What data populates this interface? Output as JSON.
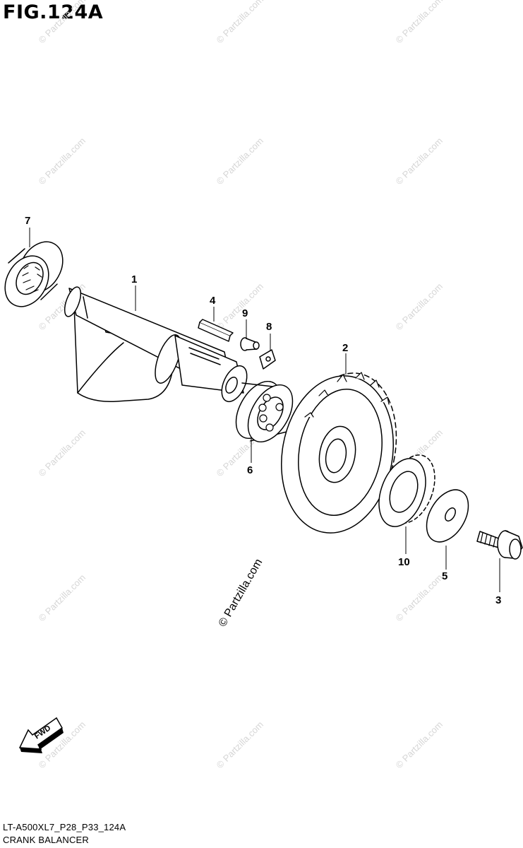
{
  "figure": {
    "title": "FIG.124A",
    "code": "LT-A500XL7_P28_P33_124A",
    "name": "CRANK BALANCER"
  },
  "watermark": {
    "text": "© Partzilla.com",
    "main_text": "© Partzilla.com"
  },
  "direction_arrow": {
    "label": "FWD"
  },
  "callouts": [
    "1",
    "2",
    "3",
    "4",
    "5",
    "6",
    "7",
    "8",
    "9",
    "10"
  ],
  "parts": [
    {
      "number": "1",
      "icon": "balancer-shaft-icon"
    },
    {
      "number": "2",
      "icon": "driven-gear-icon"
    },
    {
      "number": "3",
      "icon": "bolt-icon"
    },
    {
      "number": "4",
      "icon": "key-icon"
    },
    {
      "number": "5",
      "icon": "washer-icon"
    },
    {
      "number": "6",
      "icon": "ball-bearing-icon"
    },
    {
      "number": "7",
      "icon": "needle-bearing-icon"
    },
    {
      "number": "8",
      "icon": "washer-icon"
    },
    {
      "number": "9",
      "icon": "pin-icon"
    },
    {
      "number": "10",
      "icon": "gear-icon"
    }
  ]
}
